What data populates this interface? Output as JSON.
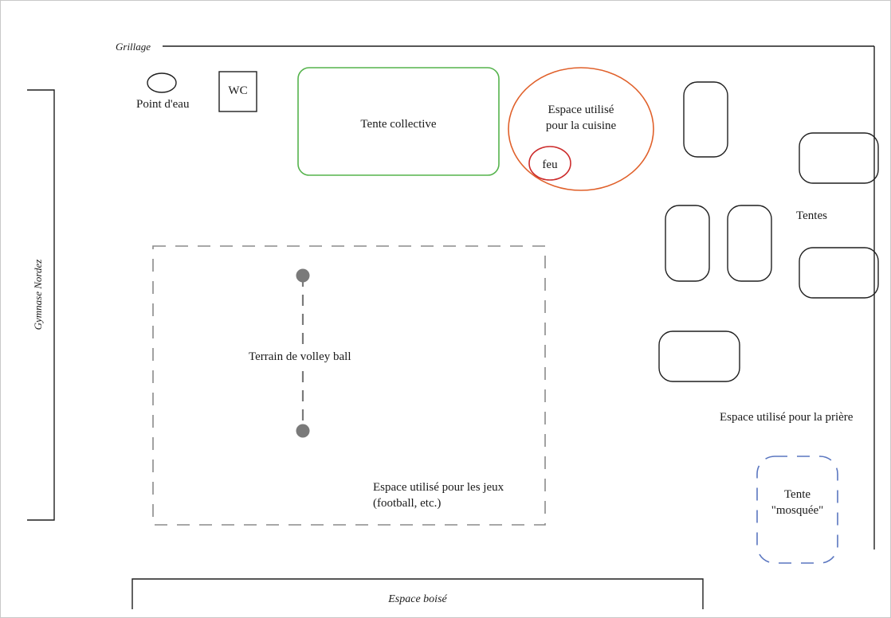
{
  "colors": {
    "frame": "#c8c8c8",
    "line": "#1f1f1f",
    "dash": "#8a8a8a",
    "tente_collective": "#55b34c",
    "cuisine": "#e0602a",
    "feu": "#cc2b2b",
    "mosquee": "#5a76c0",
    "net_post": "#7a7a7a"
  },
  "labels": {
    "grillage": "Grillage",
    "gymnase": "Gymnase Nordez",
    "point_eau": "Point d'eau",
    "wc": "WC",
    "tente_collective": "Tente collective",
    "cuisine": "Espace utilisé\npour la cuisine",
    "feu": "feu",
    "tentes": "Tentes",
    "volley": "Terrain de volley ball",
    "jeux": "Espace utilisé pour les jeux\n(football, etc.)",
    "priere": "Espace utilisé pour la prière",
    "mosquee": "Tente\n\"mosquée\"",
    "espace_boise": "Espace boisé"
  }
}
